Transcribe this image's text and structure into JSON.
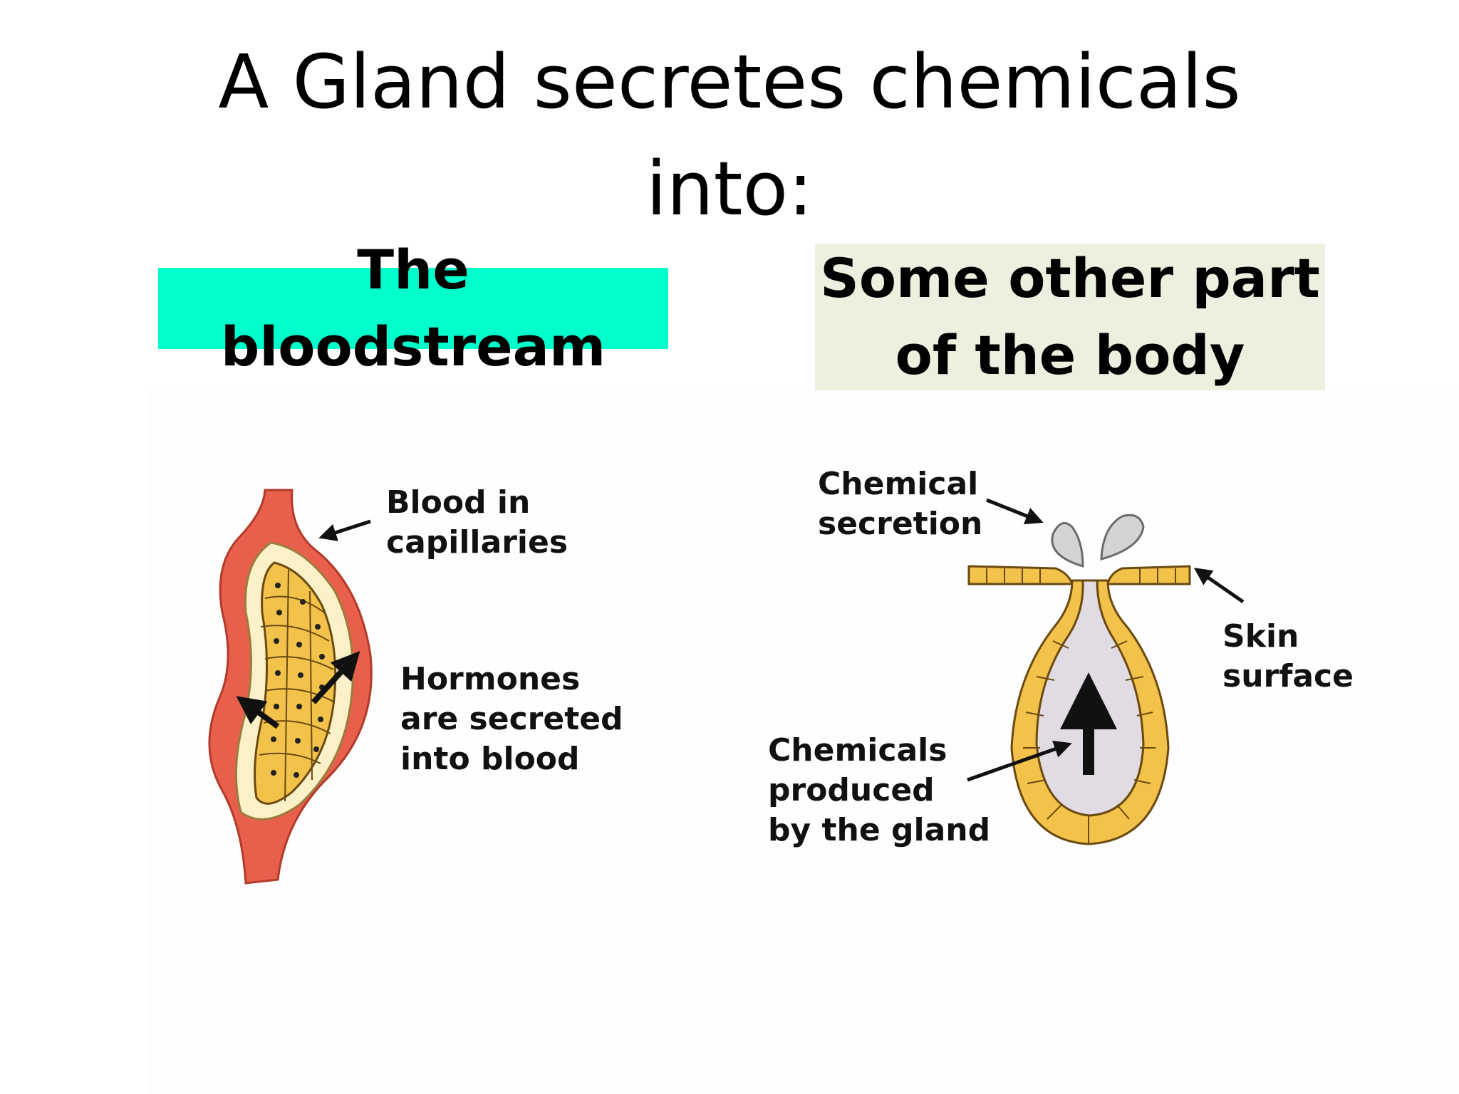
{
  "title": {
    "line1": "A Gland secretes chemicals",
    "line2": "into:"
  },
  "options": {
    "left": {
      "label": "The bloodstream",
      "color": "#00ffcc"
    },
    "right": {
      "line1": "Some other part",
      "line2": "of the body",
      "color": "#ebf1de"
    }
  },
  "endocrine_diagram": {
    "label_blood": {
      "line1": "Blood in",
      "line2": "capillaries"
    },
    "label_hormones": {
      "line1": "Hormones",
      "line2": "are secreted",
      "line3": "into blood"
    },
    "colors": {
      "capillary": "#e8604c",
      "plasma": "#fbf1c8",
      "cell": "#f2c24a"
    }
  },
  "exocrine_diagram": {
    "label_secretion": {
      "line1": "Chemical",
      "line2": "secretion"
    },
    "label_skin": {
      "line1": "Skin",
      "line2": "surface"
    },
    "label_produced": {
      "line1": "Chemicals",
      "line2": "produced",
      "line3": "by the gland"
    },
    "colors": {
      "cell": "#f2c24a",
      "lumen": "#e1dce4",
      "droplet": "#d4d4d6"
    }
  }
}
